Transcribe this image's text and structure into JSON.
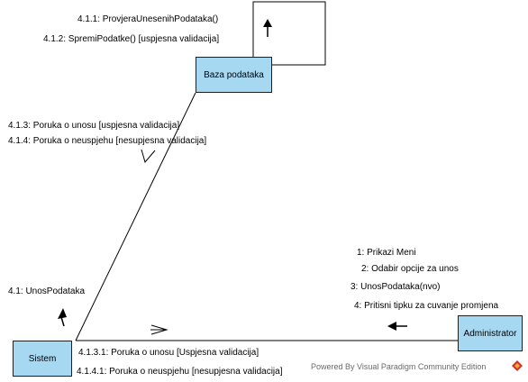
{
  "nodes": {
    "baza": "Baza podataka",
    "sistem": "Sistem",
    "administrator": "Administrator"
  },
  "messages": {
    "baza_self": [
      "4.1.1: ProvjeraUnesenihPodataka()",
      "4.1.2: SpremiPodatke() [uspjesna validacija]"
    ],
    "baza_to_sistem": [
      "4.1.3: Poruka o unosu [uspjesna validacija]",
      "4.1.4: Poruka o neuspjehu [nesupjesna validacija]"
    ],
    "sistem_to_baza": [
      "4.1: UnosPodataka"
    ],
    "admin_to_sistem": [
      "1: Prikazi Meni",
      "2: Odabir opcije za unos",
      "3: UnosPodataka(nvo)",
      "4: Pritisni tipku za cuvanje promjena"
    ],
    "sistem_to_admin": [
      "4.1.3.1: Poruka o unosu [Uspjesna validacija]",
      "4.1.4.1: Poruka o neuspjehu [nesupjesna validacija]"
    ]
  },
  "watermark": {
    "text": "Powered By  Visual Paradigm  Community Edition",
    "icon": "vp-logo-icon",
    "logo_colors": [
      "#d6302b",
      "#f2b134"
    ]
  },
  "colors": {
    "node_fill": "#a6d8f2",
    "line": "#000000"
  }
}
